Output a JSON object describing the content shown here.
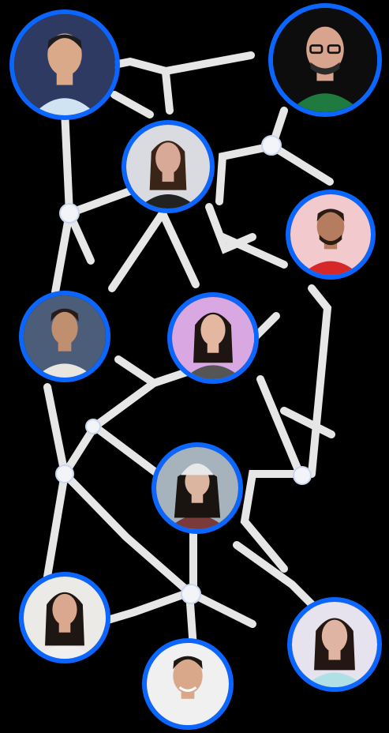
{
  "colors": {
    "background": "#000000",
    "accent": "#0a66ff",
    "line": "#e6e6e6",
    "node_fill": "#f2f4f8"
  },
  "people": [
    {
      "id": "p1",
      "bg": "#2f3a63",
      "skin": "#d9a98a",
      "hair": "#1d1d1d",
      "shirt": "#cfe3f3"
    },
    {
      "id": "p2",
      "bg": "#0d0d0d",
      "skin": "#d8a48e",
      "hair": "#2a2a2a",
      "shirt": "#1f7a3f"
    },
    {
      "id": "p3",
      "bg": "#d9dbe0",
      "skin": "#d7a996",
      "hair": "#3a2418",
      "shirt": "#222222"
    },
    {
      "id": "p4",
      "bg": "#f2c9cc",
      "skin": "#b57c5f",
      "hair": "#2a1c14",
      "shirt": "#d62828"
    },
    {
      "id": "p5",
      "bg": "#4b5d78",
      "skin": "#c08f6f",
      "hair": "#2a1c14",
      "shirt": "#e9e6df"
    },
    {
      "id": "p6",
      "bg": "#d9a7e2",
      "skin": "#e3b7a0",
      "hair": "#1e1412",
      "shirt": "#555555"
    },
    {
      "id": "p7",
      "bg": "#a7b3bc",
      "skin": "#dcb5a0",
      "hair": "#1a1410",
      "shirt": "#7a3a3a"
    },
    {
      "id": "p8",
      "bg": "#eceae6",
      "skin": "#d9a88e",
      "hair": "#1d1612",
      "shirt": "#efefef"
    },
    {
      "id": "p9",
      "bg": "#e6e2ee",
      "skin": "#e0b4a2",
      "hair": "#241612",
      "shirt": "#aee0e6"
    },
    {
      "id": "p10",
      "bg": "#f0f0f0",
      "skin": "#d9a88a",
      "hair": "#1f1712",
      "shirt": "#f0f0f0"
    }
  ]
}
